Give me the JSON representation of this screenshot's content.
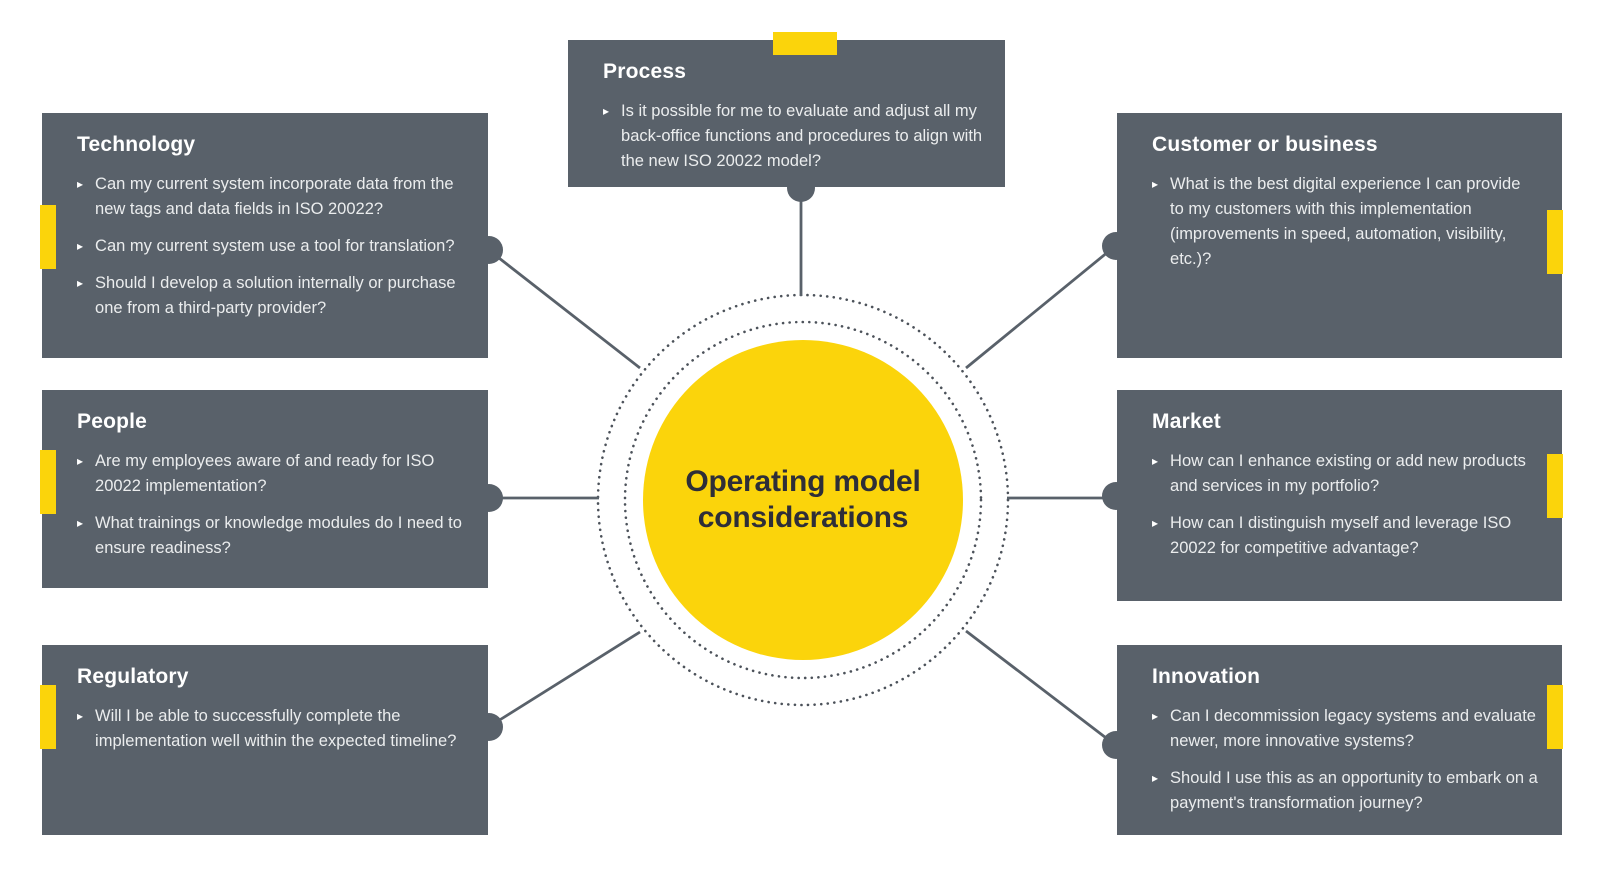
{
  "ui": {
    "bullet_glyph": "▸"
  },
  "colors": {
    "accent_yellow": "#FBD40B",
    "box_gray": "#59616A",
    "center_text": "#2E2E38",
    "background": "#FFFFFF"
  },
  "center": {
    "title": "Operating model considerations"
  },
  "nodes": {
    "technology": {
      "title": "Technology",
      "bullets": [
        "Can my current system incorporate data from the new tags and data fields in ISO 20022?",
        "Can my current system use a tool for translation?",
        "Should I develop a solution internally or purchase one from a third-party provider?"
      ]
    },
    "people": {
      "title": "People",
      "bullets": [
        "Are my employees aware of and ready for ISO 20022 implementation?",
        "What trainings or knowledge modules do I need to ensure readiness?"
      ]
    },
    "regulatory": {
      "title": "Regulatory",
      "bullets": [
        "Will I be able to successfully complete the implementation well within the expected timeline?"
      ]
    },
    "process": {
      "title": "Process",
      "bullets": [
        "Is it possible for me to evaluate and adjust all my back-office functions and procedures to align with the new ISO 20022 model?"
      ]
    },
    "customer": {
      "title": "Customer or business",
      "bullets": [
        "What is the best digital experience I can provide to my customers with this implementation (improvements in speed, automation, visibility, etc.)?"
      ]
    },
    "market": {
      "title": "Market",
      "bullets": [
        "How can I enhance existing or add new products and services in my portfolio?",
        "How can I distinguish myself and leverage ISO 20022 for competitive advantage?"
      ]
    },
    "innovation": {
      "title": "Innovation",
      "bullets": [
        "Can I decommission legacy systems and evaluate newer, more innovative systems?",
        "Should I use this as an opportunity to embark on a payment's transformation journey?"
      ]
    }
  }
}
